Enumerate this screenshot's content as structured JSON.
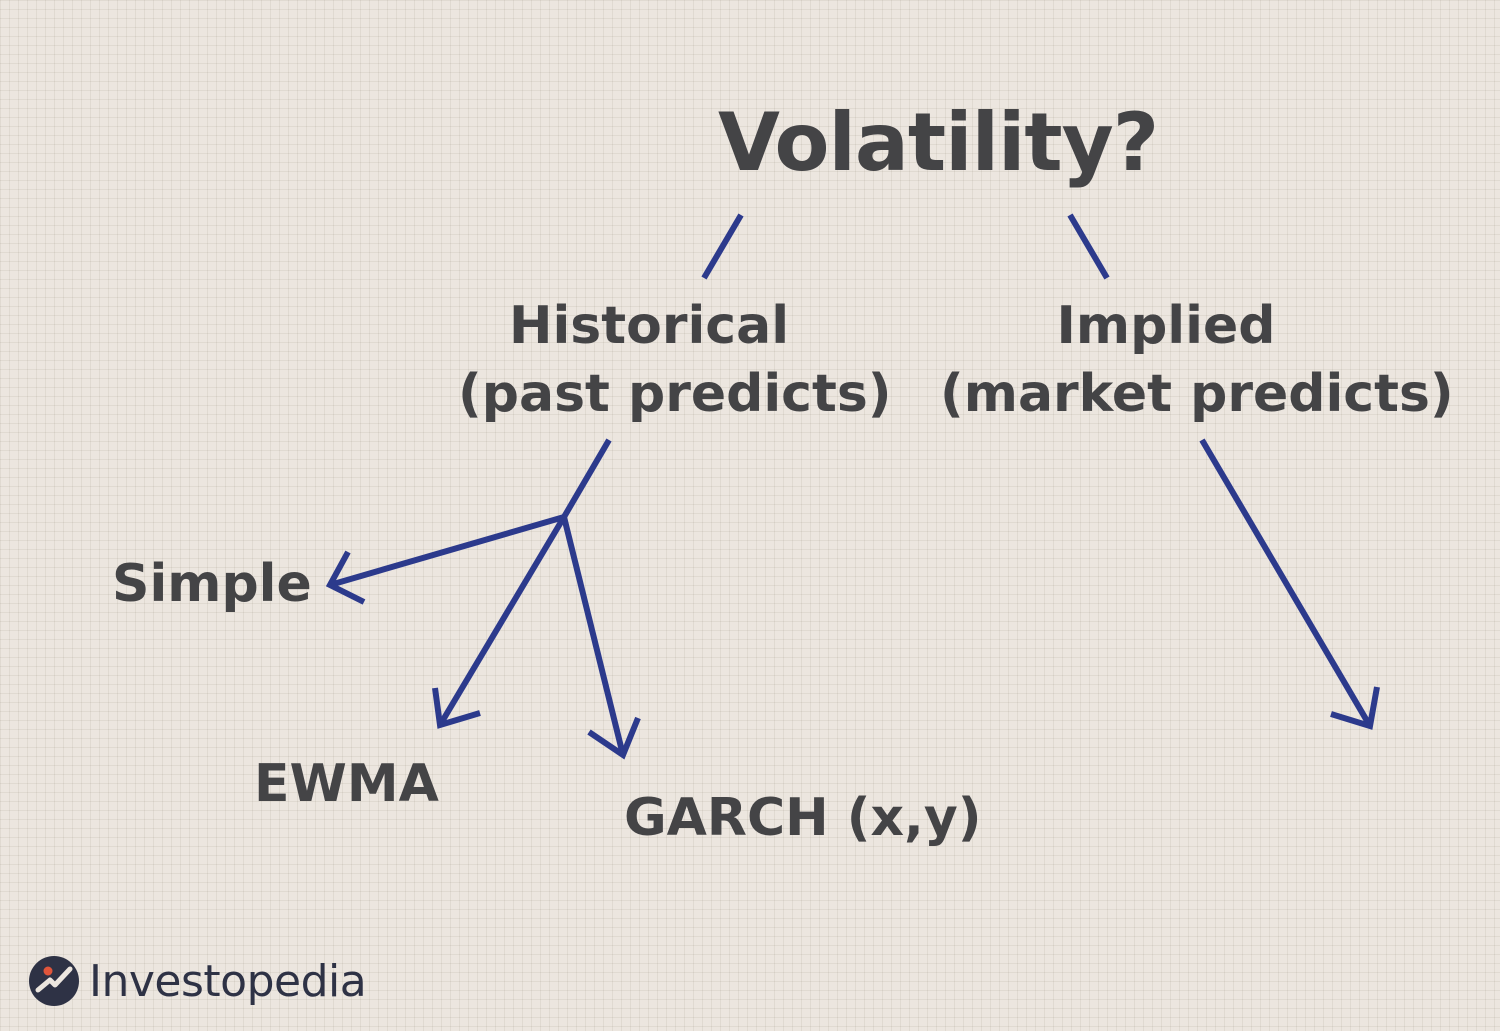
{
  "title": "Volatility?",
  "branches": {
    "historical": {
      "line1": "Historical",
      "line2": "(past predicts)"
    },
    "implied": {
      "line1": "Implied",
      "line2": "(market predicts)"
    }
  },
  "methods": {
    "simple": "Simple",
    "ewma": "EWMA",
    "garch": "GARCH (x,y)"
  },
  "brand": {
    "name": "Investopedia"
  },
  "colors": {
    "text": "#444446",
    "arrow": "#2c3a8c",
    "background": "#ece6df",
    "logo_dot": "#e0553b",
    "logo_dark": "#2e3245"
  }
}
